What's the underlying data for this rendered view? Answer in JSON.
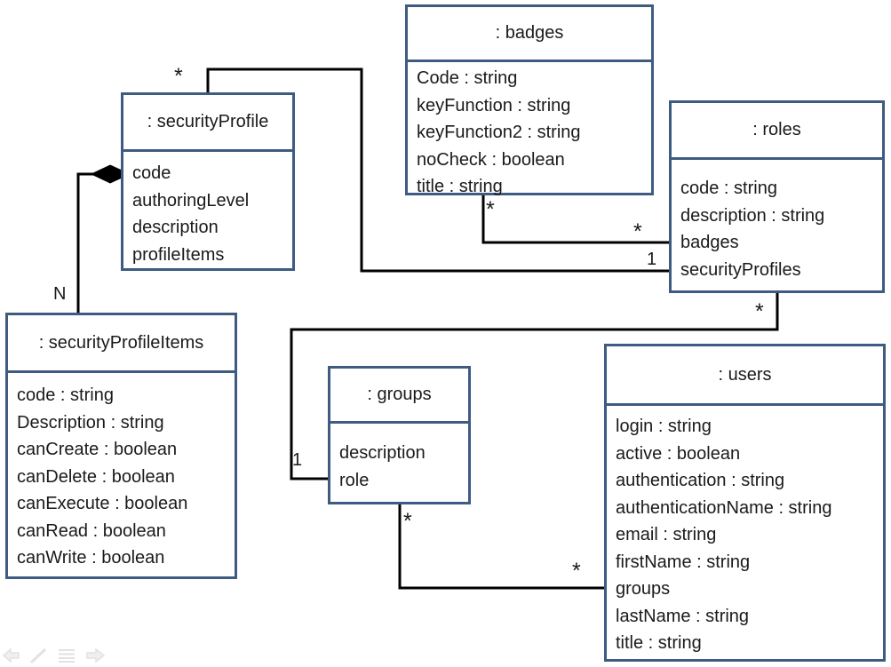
{
  "diagram": {
    "classes": [
      {
        "id": "badges",
        "title": ": badges",
        "attributes": [
          "Code : string",
          "keyFunction : string",
          "keyFunction2 : string",
          "noCheck : boolean",
          "title : string"
        ]
      },
      {
        "id": "securityProfile",
        "title": ": securityProfile",
        "attributes": [
          "code",
          "authoringLevel",
          "description",
          "profileItems"
        ]
      },
      {
        "id": "roles",
        "title": ": roles",
        "attributes": [
          "code : string",
          "description : string",
          "badges",
          "securityProfiles"
        ]
      },
      {
        "id": "securityProfileItems",
        "title": ": securityProfileItems",
        "attributes": [
          "code : string",
          "Description : string",
          "canCreate : boolean",
          "canDelete : boolean",
          "canExecute : boolean",
          "canRead : boolean",
          "canWrite : boolean"
        ]
      },
      {
        "id": "groups",
        "title": ": groups",
        "attributes": [
          "description",
          "role"
        ]
      },
      {
        "id": "users",
        "title": ": users",
        "attributes": [
          "login : string",
          "active : boolean",
          "authentication : string",
          "authenticationName : string",
          "email : string",
          "firstName : string",
          "groups",
          "lastName : string",
          "title : string"
        ]
      }
    ],
    "relationships": [
      {
        "type": "association",
        "from": "securityProfile",
        "from_label": "*",
        "to": "roles",
        "to_label": "1"
      },
      {
        "type": "composition",
        "from": "securityProfileItems",
        "from_label": "N",
        "to": "securityProfile",
        "to_label": ""
      },
      {
        "type": "association",
        "from": "badges",
        "from_label": "*",
        "to": "roles",
        "to_label": "*"
      },
      {
        "type": "association",
        "from": "roles",
        "from_label": "*",
        "to": "groups",
        "to_label": "1"
      },
      {
        "type": "association",
        "from": "groups",
        "from_label": "*",
        "to": "users",
        "to_label": "*"
      }
    ]
  },
  "colors": {
    "box_border": "#3e5c82",
    "connector": "#000000",
    "text": "#1a1a1a",
    "toolbar_icon": "#e4e4e4"
  },
  "slideshow_toolbar": {
    "icons": [
      "previous-slide-icon",
      "pen-icon",
      "slide-menu-icon",
      "next-slide-icon"
    ]
  }
}
